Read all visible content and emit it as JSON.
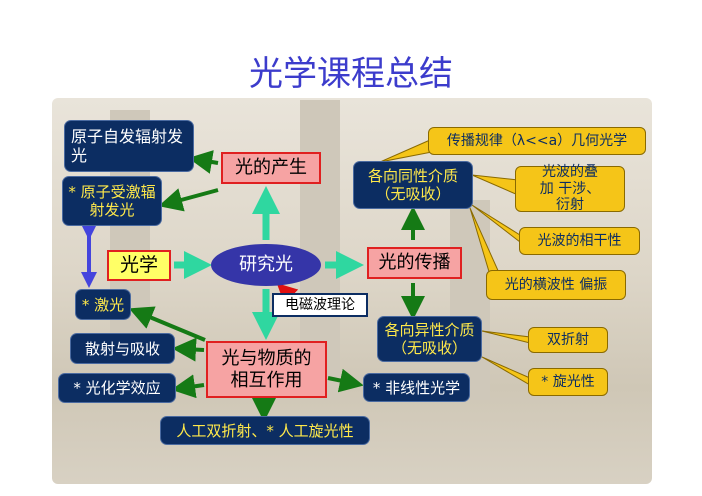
{
  "title": "光学课程总结",
  "nodes": {
    "spontaneous": "原子自发辐射发光",
    "generation": "光的产生",
    "stimulated": "* 原子受激辐射发光",
    "optics": "光学",
    "study_light": "研究光",
    "propagation": "光的传播",
    "em_theory": "电磁波理论",
    "laser": "* 激光",
    "scatter": "散射与吸收",
    "interaction": "光与物质的相互作用",
    "photochem": "* 光化学效应",
    "artificial": "人工双折射、* 人工旋光性",
    "isotropic": "各向同性介质（无吸收）",
    "geometric": "传播规律（λ<<a）几何光学",
    "superposition": "光波的叠加 干涉、衍射",
    "coherence": "光波的相干性",
    "transverse": "光的横波性 偏振",
    "anisotropic": "各向异性介质（无吸收）",
    "birefringence": "双折射",
    "rotation": "* 旋光性",
    "nonlinear": "* 非线性光学"
  }
}
